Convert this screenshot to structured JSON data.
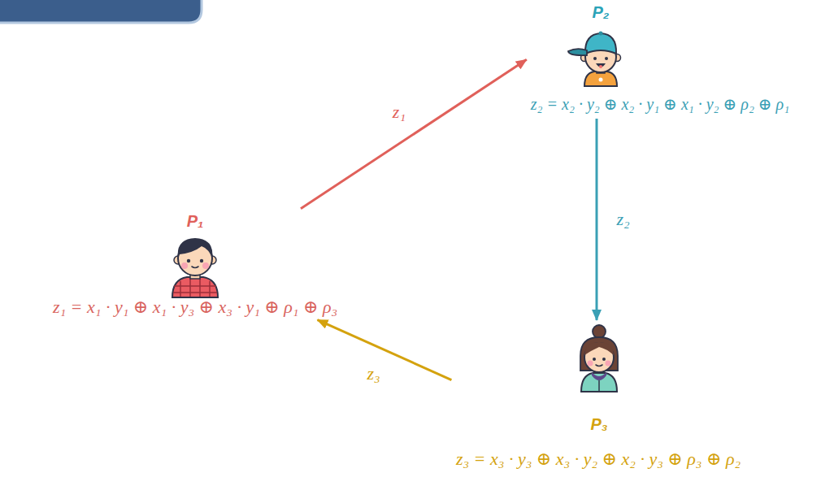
{
  "diagram": {
    "nodes": [
      {
        "text": [
          "P₁",
          "z₁ = x₁ · y₁ ⊕ x₁ · y₃ ⊕ x₃ · y₁ ⊕ ρ₁ ⊕ ρ₃"
        ]
      },
      {
        "text": [
          "P₂",
          "z₂ = x₂ · y₂ ⊕ x₂ · y₁ ⊕ x₁ · y₂ ⊕ ρ₂ ⊕ ρ₁"
        ]
      },
      {
        "text": [
          "P₃",
          "z₃ = x₃ · y₃ ⊕ x₃ · y₂ ⊕ x₂ · y₃ ⊕ ρ₃ ⊕ ρ₂"
        ]
      }
    ],
    "edges": [
      {
        "from": 0,
        "to": 1,
        "arrow": "to",
        "label": "z₁"
      },
      {
        "from": 1,
        "to": 2,
        "arrow": "to",
        "label": "z₂"
      },
      {
        "from": 2,
        "to": 0,
        "arrow": "to",
        "label": "z₃"
      }
    ]
  }
}
